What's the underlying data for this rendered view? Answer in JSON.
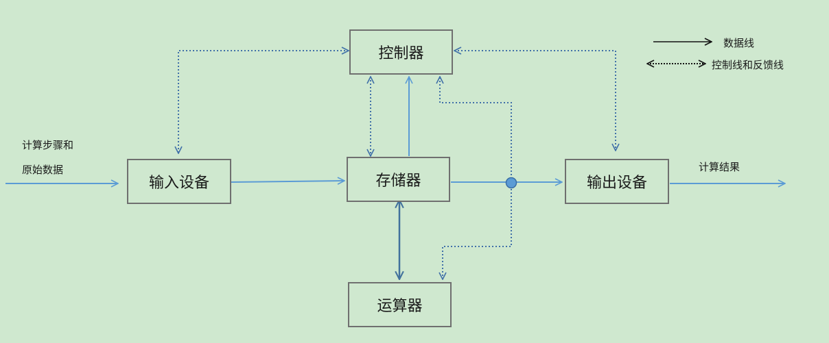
{
  "nodes": {
    "controller": "控制器",
    "input_device": "输入设备",
    "memory": "存储器",
    "output_device": "输出设备",
    "alu": "运算器"
  },
  "labels": {
    "input_line1": "计算步骤和",
    "input_line2": "原始数据",
    "output": "计算结果"
  },
  "legend": {
    "data_line": "数据线",
    "control_line": "控制线和反馈线"
  },
  "colors": {
    "background": "#cfe8cf",
    "data_line": "#5b9bd5",
    "dotted_line": "#3f6fa8",
    "alu_line": "#41719c",
    "box_border": "#6f6f6f"
  }
}
